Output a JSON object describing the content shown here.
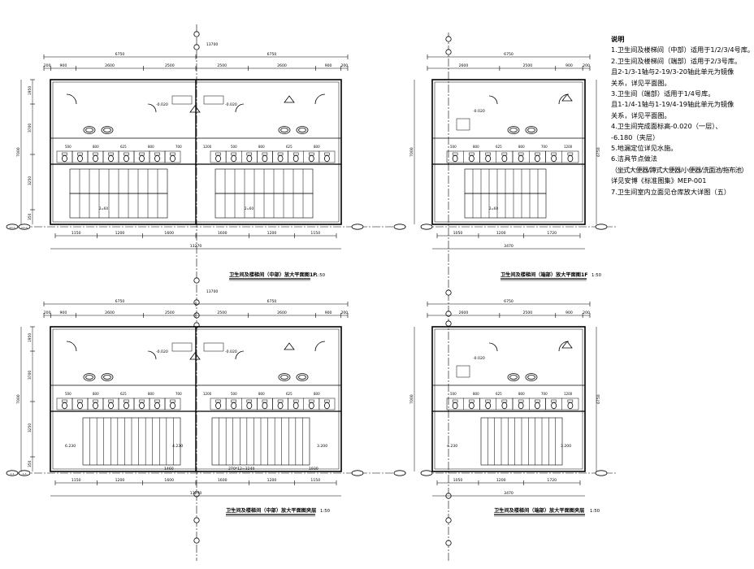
{
  "titles": {
    "plan_mid_1f": "卫生间及楼梯间（中部）放大平面图1F",
    "plan_end_1f": "卫生间及楼梯间（端部）放大平面图1F",
    "plan_mid_mz": "卫生间及楼梯间（中部）放大平面图夹层",
    "plan_end_mz": "卫生间及楼梯间（端部）放大平面图夹层",
    "scale": "1:50"
  },
  "notes": {
    "heading": "说明",
    "lines": [
      "1.卫生间及楼梯间（中部）适用于1/2/3/4号库。",
      "2.卫生间及楼梯间（端部）适用于2/3号库。",
      "且2-1/3-1轴与2-19/3-20轴此单元为镜像",
      "关系，详见平面图。",
      "3.卫生间（端部）适用于1/4号库。",
      "且1-1/4-1轴与1-19/4-19轴此单元为镜像",
      "关系，详见平面图。",
      "4.卫生间完成面标高-0.020（一层）、",
      "-6.180（夹层）",
      "5.地漏定位详见水施。",
      "6.洁具节点做法",
      "（坐式大便器/蹲式大便器/小便器/洗面池/拖布池）",
      "详见安博《标准图集》MEP-001",
      "7.卫生间室内立面见仓库放大详图（五）"
    ]
  },
  "dims": {
    "mid_top_total": "13700",
    "mid_top_left": "6750",
    "mid_top_right": "6750",
    "mid_top_parts": [
      "200",
      "900",
      "2600",
      "2500",
      "2500",
      "2600",
      "900",
      "200"
    ],
    "mid_bottom_parts": [
      "1150",
      "1200",
      "1600",
      "1600",
      "1200",
      "1150"
    ],
    "mid_bottom_total": "13270",
    "mid_left_parts": [
      "1950",
      "3700",
      "3250",
      "350"
    ],
    "mid_left_total": "7000",
    "end_top_total": "6750",
    "end_top_parts": [
      "2600",
      "2500",
      "900",
      "200"
    ],
    "end_bottom_parts": [
      "1050",
      "1200",
      "1720"
    ],
    "end_bottom_total": "3470",
    "end_left_total": "7000",
    "end_right_total": "6750",
    "fixture_dims": [
      "500",
      "800",
      "625",
      "800",
      "700",
      "1200"
    ],
    "elev_1f": "-0.020",
    "elev_mz": "-6.180",
    "stair_elev_a": "6.230",
    "stair_elev_b": "4.230",
    "stair_elev_c": "3.200",
    "stair_calc": "270*12=3240",
    "stair_mark_1": "2=60",
    "stair_mark_2": "1460",
    "stair_mark_3": "1930"
  },
  "axis_labels": [
    "1/1-1",
    "1/1-A",
    "1-1",
    "1-A"
  ]
}
